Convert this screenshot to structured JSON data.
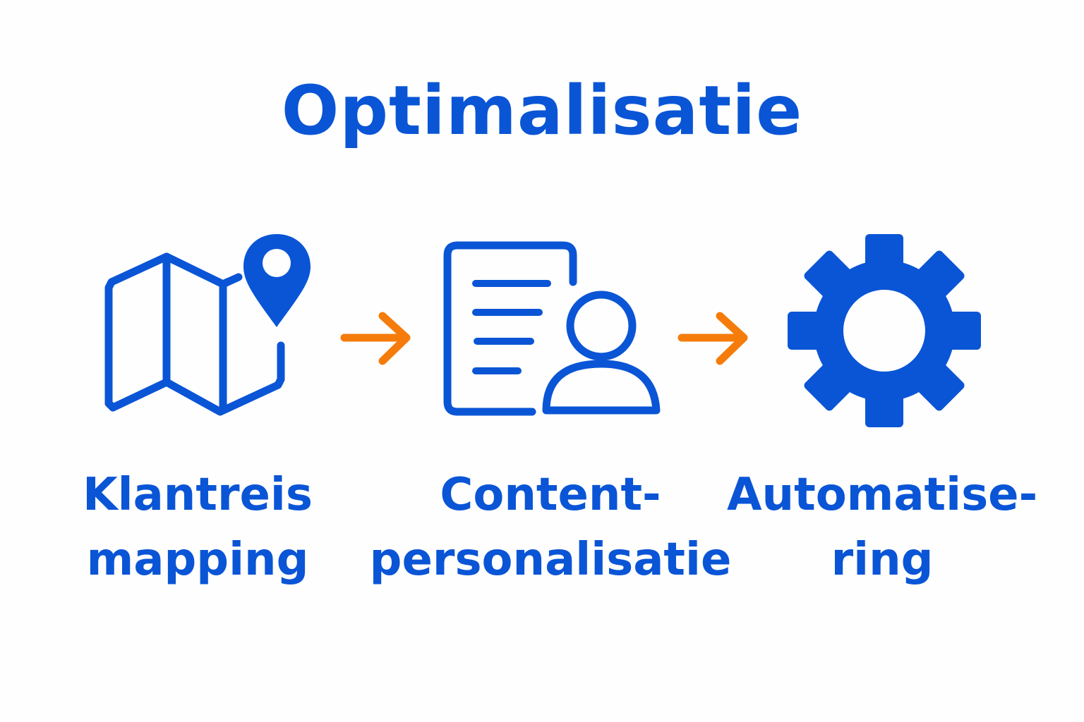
{
  "title": "Optimalisatie",
  "colors": {
    "primary": "#0a55d6",
    "arrow": "#f57c0a",
    "background": "#fefefe"
  },
  "steps": [
    {
      "icon": "map-with-pin-icon",
      "label_line1": "Klantreis",
      "label_line2": "mapping"
    },
    {
      "icon": "document-with-user-icon",
      "label_line1": "Content-",
      "label_line2": "personalisatie"
    },
    {
      "icon": "gear-icon",
      "label_line1": "Automatise-",
      "label_line2": "ring"
    }
  ],
  "connectors": [
    {
      "icon": "arrow-right-icon"
    },
    {
      "icon": "arrow-right-icon"
    }
  ]
}
